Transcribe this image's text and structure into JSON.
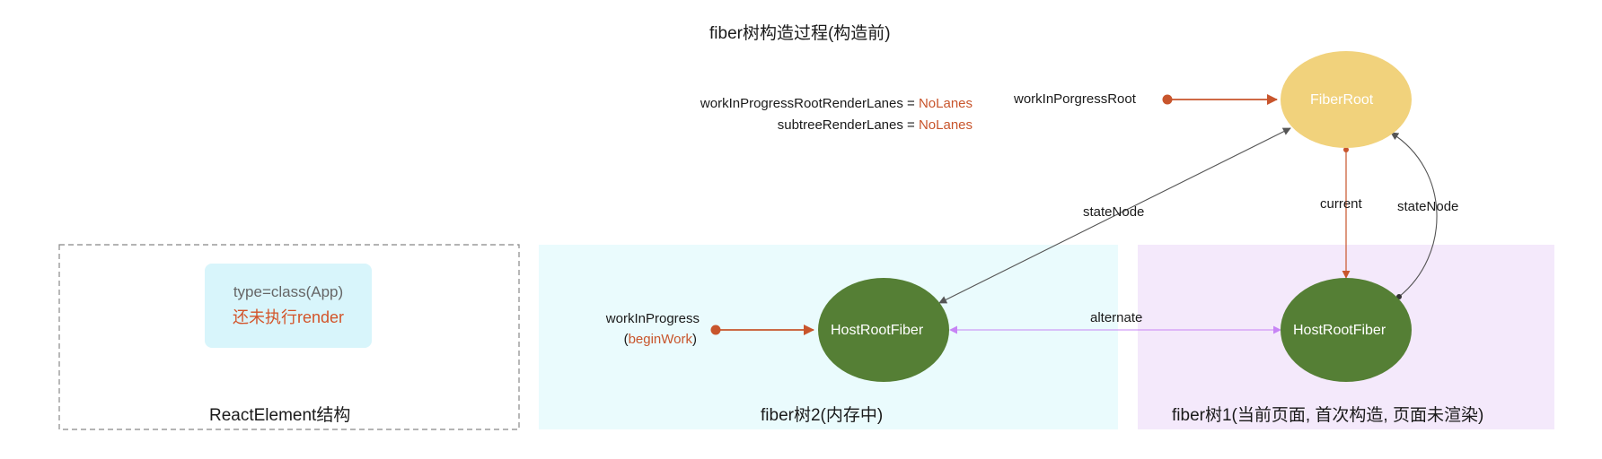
{
  "title": "fiber树构造过程(构造前)",
  "lanes": {
    "line1_label": "workInProgressRootRenderLanes = ",
    "line1_value": "NoLanes",
    "line2_label": "subtreeRenderLanes = ",
    "line2_value": "NoLanes"
  },
  "pointers": {
    "wip_root": "workInPorgressRoot",
    "wip": "workInProgress",
    "wip_paren_open": "(",
    "wip_begin": "beginWork",
    "wip_paren_close": ")"
  },
  "nodes": {
    "fiber_root": "FiberRoot",
    "host_root_fiber_2": "HostRootFiber",
    "host_root_fiber_1": "HostRootFiber"
  },
  "edges": {
    "state_node_left": "stateNode",
    "current": "current",
    "state_node_right": "stateNode",
    "alternate": "alternate"
  },
  "react_element": {
    "type": "type=class(App)",
    "status": "还未执行render",
    "caption": "ReactElement结构"
  },
  "tree2_caption": "fiber树2(内存中)",
  "tree1_caption": "fiber树1(当前页面, 首次构造, 页面未渲染)",
  "colors": {
    "fiber_root_fill": "#f1d27c",
    "host_root_fill": "#557f35",
    "accent": "#c8552c",
    "tree2_bg": "#eafbfd",
    "tree1_bg": "#f4e9fb",
    "react_card_bg": "#d8f5fb",
    "alternate_edge": "#c784f5",
    "state_node_edge": "#555555"
  }
}
